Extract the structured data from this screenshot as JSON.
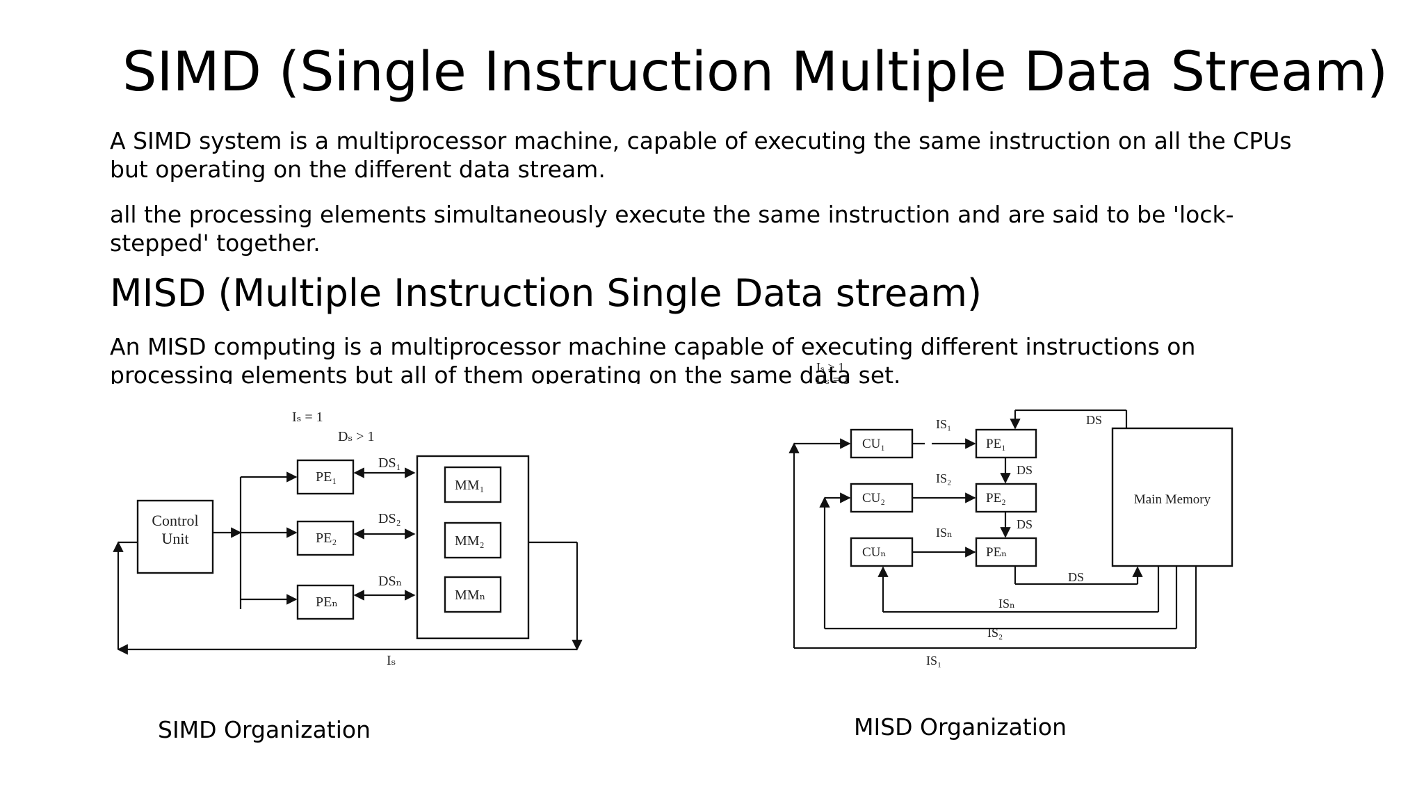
{
  "slide": {
    "title": "SIMD (Single Instruction Multiple Data Stream)",
    "simd_paragraph_1": "A SIMD system is a multiprocessor machine, capable of executing the same instruction on all the CPUs but operating on the different data stream.",
    "simd_paragraph_2": "all the processing elements simultaneously execute the same instruction and are said to be 'lock-stepped' together.",
    "misd_heading": "MISD (Multiple Instruction Single Data stream)",
    "misd_paragraph": "An MISD computing is a multiprocessor machine capable of executing different instructions on processing elements but all of them operating on the same data set."
  },
  "simd_diagram": {
    "is_label": "Iₛ = 1",
    "ds_label": "Dₛ > 1",
    "control_unit_line1": "Control",
    "control_unit_line2": "Unit",
    "pe1": "PE₁",
    "pe2": "PE₂",
    "pen": "PEₙ",
    "ds1": "DS₁",
    "ds2": "DS₂",
    "dsn": "DSₙ",
    "mm1": "MM₁",
    "mm2": "MM₂",
    "mmn": "MMₙ",
    "bottom_label": "Iₛ",
    "caption": "SIMD Organization"
  },
  "misd_diagram": {
    "is_label": "Iₛ > 1",
    "ds_label": "Dₛ = 1",
    "cu1": "CU₁",
    "cu2": "CU₂",
    "cun": "CUₙ",
    "pe1": "PE₁",
    "pe2": "PE₂",
    "pen": "PEₙ",
    "is1": "IS₁",
    "is2": "IS₂",
    "isn": "ISₙ",
    "ds_top": "DS",
    "ds_mid1": "DS",
    "ds_mid2": "DS",
    "ds_bottom": "DS",
    "main_memory": "Main Memory",
    "bottom_isn": "ISₙ",
    "bottom_is2": "IS₂",
    "bottom_is1": "IS₁",
    "caption": "MISD Organization"
  }
}
